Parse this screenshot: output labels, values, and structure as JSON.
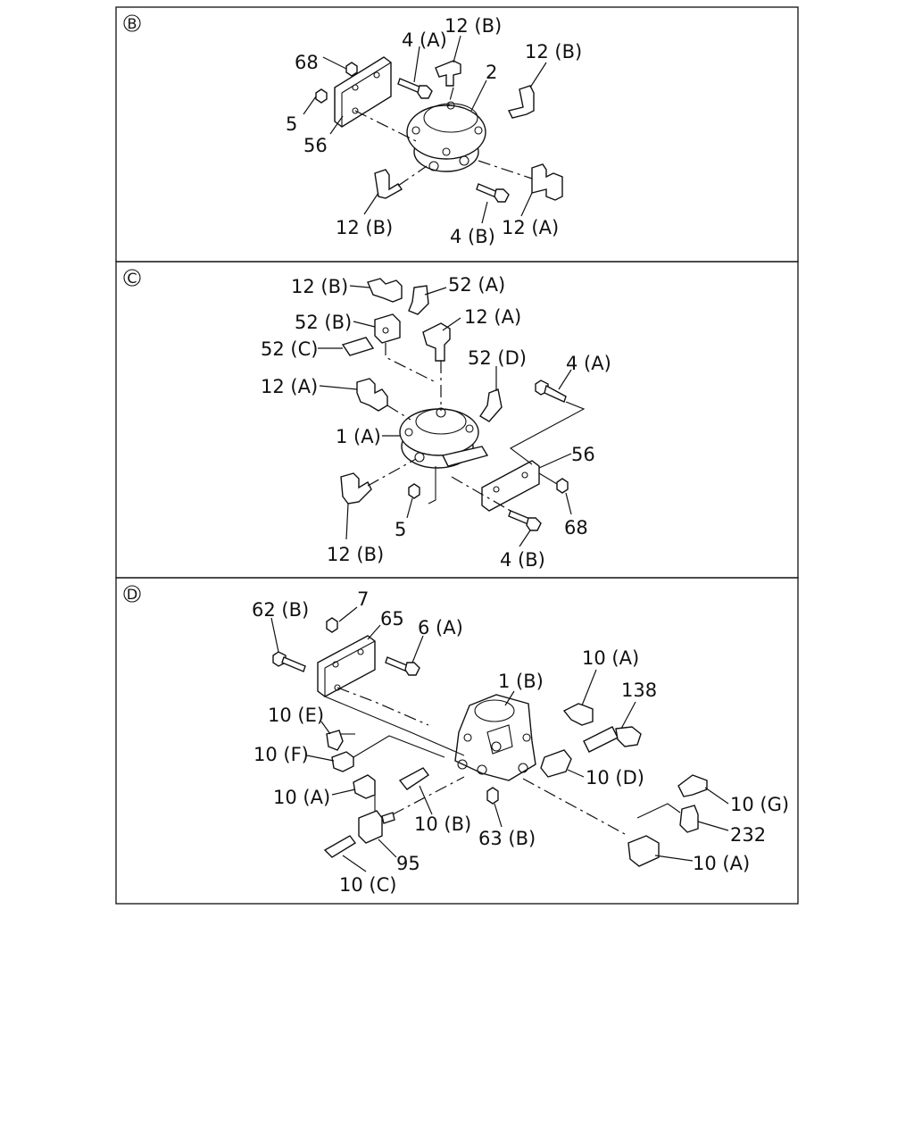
{
  "panels": [
    {
      "marker": "B",
      "labels": [
        "68",
        "4 (A)",
        "12 (B)",
        "2",
        "12 (B)",
        "5",
        "56",
        "12 (B)",
        "4 (B)",
        "12 (A)"
      ]
    },
    {
      "marker": "C",
      "labels": [
        "12 (B)",
        "52 (A)",
        "52 (B)",
        "12 (A)",
        "52 (C)",
        "52 (D)",
        "4 (A)",
        "12 (A)",
        "1 (A)",
        "56",
        "5",
        "68",
        "12 (B)",
        "4 (B)"
      ]
    },
    {
      "marker": "D",
      "labels": [
        "62 (B)",
        "7",
        "65",
        "6 (A)",
        "10 (A)",
        "1 (B)",
        "138",
        "10 (E)",
        "10 (F)",
        "10 (D)",
        "10 (A)",
        "10 (G)",
        "10 (B)",
        "232",
        "63 (B)",
        "95",
        "10 (A)",
        "10 (C)"
      ]
    }
  ]
}
